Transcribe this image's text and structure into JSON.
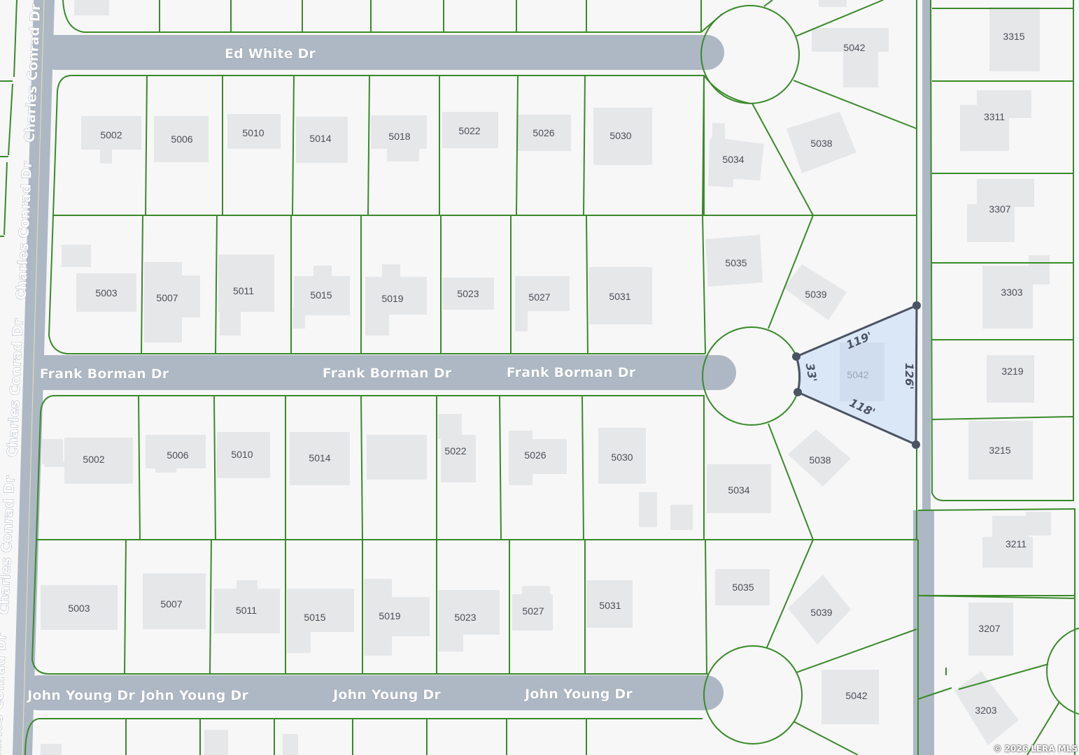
{
  "streets": {
    "ed_white": "Ed White Dr",
    "frank_borman": "Frank Borman Dr",
    "john_young": "John Young Dr",
    "charles_conrad": "Charles Conrad Dr"
  },
  "lots": {
    "row1": [
      "5002",
      "5006",
      "5010",
      "5014",
      "5018",
      "5022",
      "5026",
      "5030",
      "5034",
      "5038",
      "5042"
    ],
    "row2": [
      "5003",
      "5007",
      "5011",
      "5015",
      "5019",
      "5023",
      "5027",
      "5031",
      "5035",
      "5039"
    ],
    "row3": [
      "5002",
      "5006",
      "5010",
      "5014",
      "5022",
      "5026",
      "5030",
      "5034",
      "5038"
    ],
    "row4": [
      "5003",
      "5007",
      "5011",
      "5015",
      "5019",
      "5023",
      "5027",
      "5031",
      "5035",
      "5039",
      "5042"
    ],
    "east": [
      "3315",
      "3311",
      "3307",
      "3303",
      "3219",
      "3215",
      "3211",
      "3207",
      "3203"
    ]
  },
  "selected_lot": {
    "address": "5042",
    "dimensions": [
      "119'",
      "126'",
      "118'",
      "33'"
    ],
    "fill_color": "#d6e4f5",
    "outline_color": "#4b5462"
  },
  "colors": {
    "lot_line": "#3a8a2a",
    "road": "#adb8c4",
    "background": "#f7f7f8",
    "building": "#e6e7e9"
  },
  "copyright": "2026 LERA MLS"
}
